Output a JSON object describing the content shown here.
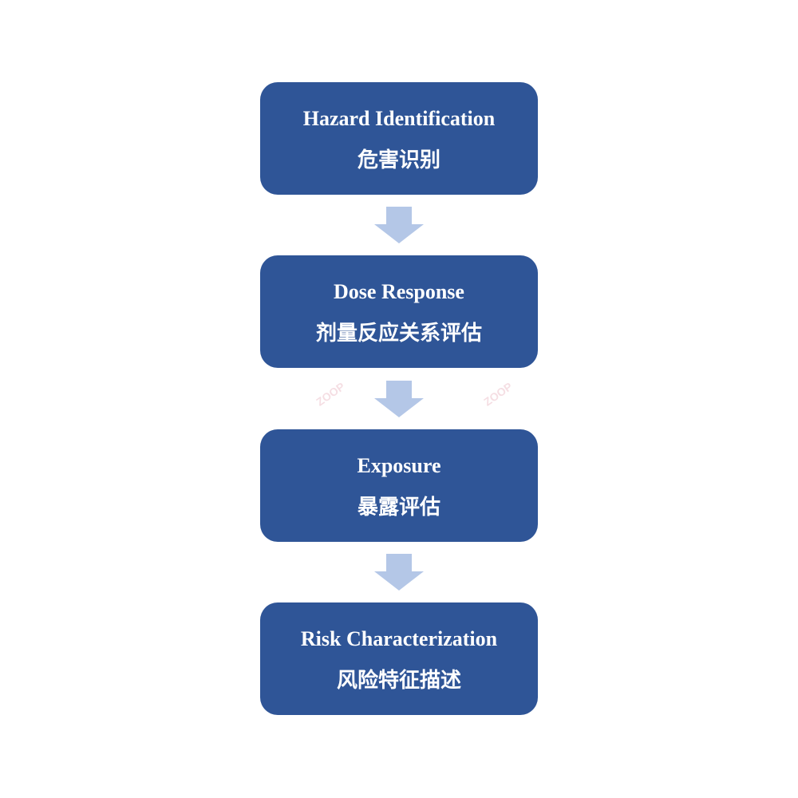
{
  "diagram": {
    "steps": [
      {
        "title": "Hazard Identification",
        "subtitle": "危害识别"
      },
      {
        "title": "Dose Response",
        "subtitle": "剂量反应关系评估"
      },
      {
        "title": "Exposure",
        "subtitle": "暴露评估"
      },
      {
        "title": "Risk Characterization",
        "subtitle": "风险特征描述"
      }
    ],
    "colors": {
      "box": "#2f5597",
      "box_text": "#ffffff",
      "arrow": "#b4c7e7"
    },
    "watermark": {
      "logo": "ZOOP"
    }
  }
}
